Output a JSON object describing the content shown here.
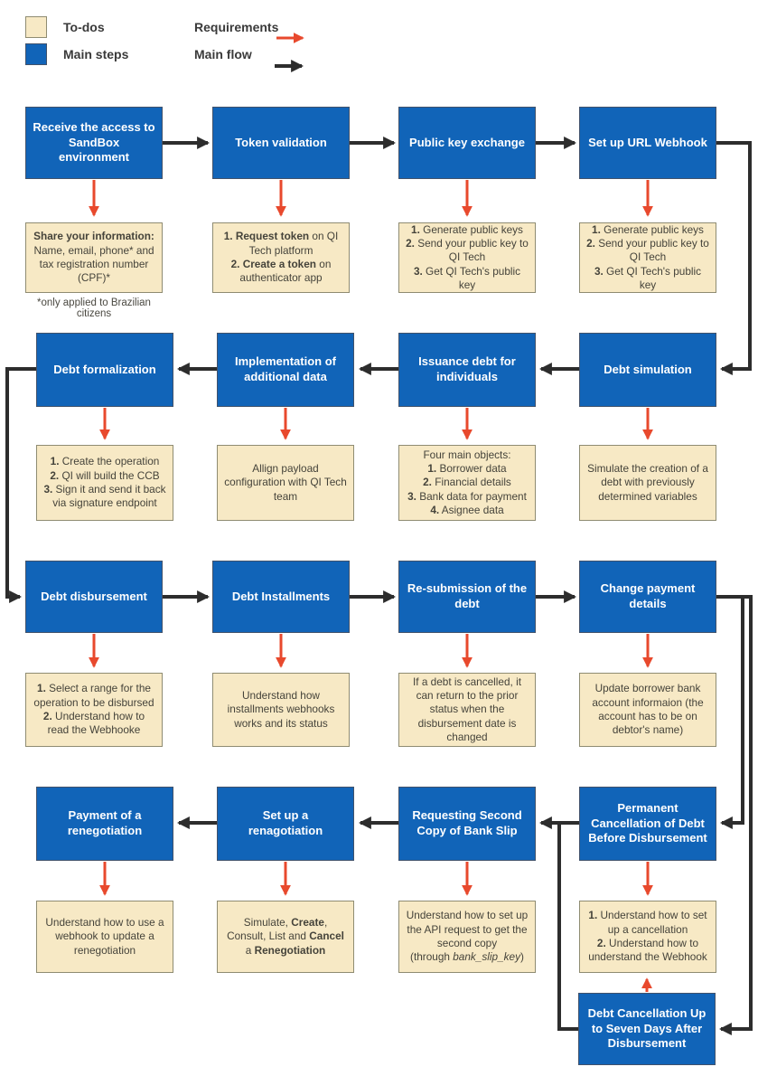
{
  "legend": {
    "todos_label": "To-dos",
    "main_steps_label": "Main steps",
    "requirements_label": "Requirements",
    "main_flow_label": "Main flow"
  },
  "colors": {
    "main_step_blue": "#1164b8",
    "todo_cream": "#f7e9c5",
    "requirements_red": "#e8492d",
    "main_flow_black": "#2d2d2d"
  },
  "steps": {
    "receive_access": "Receive the access to SandBox environment",
    "token_validation": "Token validation",
    "public_key_exchange": "Public key exchange",
    "set_up_url_webhook": "Set up URL Webhook",
    "debt_formalization": "Debt formalization",
    "implementation_additional_data": "Implementation of additional data",
    "issuance_debt_individuals": "Issuance debt for individuals",
    "debt_simulation": "Debt simulation",
    "debt_disbursement": "Debt disbursement",
    "debt_installments": "Debt Installments",
    "resubmission_debt": "Re-submission of the debt",
    "change_payment_details": "Change payment details",
    "payment_renegotiation": "Payment of a renegotiation",
    "set_up_renagotiation": "Set up a renagotiation",
    "requesting_second_copy": "Requesting Second Copy of Bank Slip",
    "permanent_cancellation": "Permanent Cancellation of Debt Before Disbursement",
    "debt_cancellation_seven_days": "Debt Cancellation Up to Seven Days After Disbursement"
  },
  "todos": {
    "share_information": [
      {
        "t": "Share your information:",
        "b": true
      },
      {
        "br": true
      },
      {
        "t": "Name, email, phone* and tax registration number (CPF)*"
      }
    ],
    "request_create_token": [
      {
        "t": "1. Request token",
        "b": true
      },
      {
        "t": " on QI Tech platform"
      },
      {
        "br": true
      },
      {
        "t": "2. Create a token",
        "b": true
      },
      {
        "t": " on authenticator app"
      }
    ],
    "generate_public_keys": [
      {
        "t": "1.",
        "b": true
      },
      {
        "t": " Generate public keys"
      },
      {
        "br": true
      },
      {
        "t": "2.",
        "b": true
      },
      {
        "t": " Send your public key to QI Tech"
      },
      {
        "br": true
      },
      {
        "t": "3.",
        "b": true
      },
      {
        "t": " Get QI Tech's public key"
      }
    ],
    "create_operation": [
      {
        "t": "1.",
        "b": true
      },
      {
        "t": " Create the operation"
      },
      {
        "br": true
      },
      {
        "t": "2.",
        "b": true
      },
      {
        "t": " QI will build the CCB"
      },
      {
        "br": true
      },
      {
        "t": "3.",
        "b": true
      },
      {
        "t": " Sign it and send it back via signature endpoint"
      }
    ],
    "allign_payload": [
      {
        "t": "Allign payload configuration with QI Tech team"
      }
    ],
    "four_main_objects": [
      {
        "t": "Four main objects:"
      },
      {
        "br": true
      },
      {
        "t": "1.",
        "b": true
      },
      {
        "t": " Borrower data"
      },
      {
        "br": true
      },
      {
        "t": "2.",
        "b": true
      },
      {
        "t": " Financial details"
      },
      {
        "br": true
      },
      {
        "t": "3.",
        "b": true
      },
      {
        "t": " Bank data for payment"
      },
      {
        "br": true
      },
      {
        "t": "4.",
        "b": true
      },
      {
        "t": " Asignee data"
      }
    ],
    "simulate_creation": [
      {
        "t": "Simulate the creation of a debt with previously determined variables"
      }
    ],
    "select_range": [
      {
        "t": "1.",
        "b": true
      },
      {
        "t": " Select a range for the operation to be disbursed"
      },
      {
        "br": true
      },
      {
        "t": "2.",
        "b": true
      },
      {
        "t": " Understand how to read the Webhooke"
      }
    ],
    "installments_webhooks": [
      {
        "t": "Understand how installments webhooks works and its status"
      }
    ],
    "debt_cancelled_return": [
      {
        "t": "If a debt is cancelled, it can return to the prior status when the disbursement date is changed"
      }
    ],
    "update_borrower_bank": [
      {
        "t": "Update borrower bank account informaion (the account has to be on debtor's name)"
      }
    ],
    "webhook_update_renegotiation": [
      {
        "t": "Understand how to use a webhook to update  a renegotiation"
      }
    ],
    "simulate_create_consult": [
      {
        "t": "Simulate, "
      },
      {
        "t": "Create",
        "b": true
      },
      {
        "t": ", Consult, List and "
      },
      {
        "t": "Cancel",
        "b": true
      },
      {
        "t": " a "
      },
      {
        "t": "Renegotiation",
        "b": true
      }
    ],
    "api_second_copy": [
      {
        "t": "Understand how to set up the API request to get the second copy"
      },
      {
        "br": true
      },
      {
        "t": "(through "
      },
      {
        "t": "bank_slip_key",
        "i": true
      },
      {
        "t": ")"
      }
    ],
    "setup_cancellation": [
      {
        "t": "1.",
        "b": true
      },
      {
        "t": " Understand how to set up a cancellation"
      },
      {
        "br": true
      },
      {
        "t": "2.",
        "b": true
      },
      {
        "t": " Understand how to understand the Webhook"
      }
    ]
  },
  "footnote": "*only applied to Brazilian citizens"
}
